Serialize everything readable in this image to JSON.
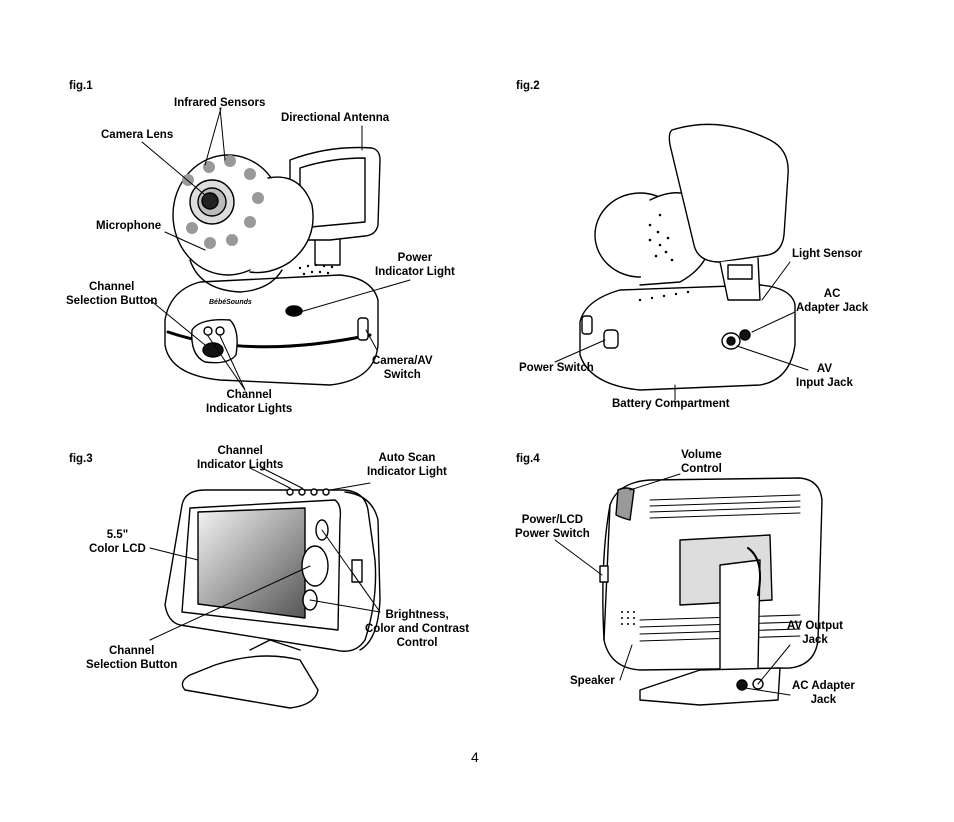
{
  "page_number": "4",
  "fig1": {
    "title": "fig.1",
    "labels": {
      "infrared_sensors": "Infrared Sensors",
      "directional_antenna": "Directional Antenna",
      "camera_lens": "Camera Lens",
      "microphone": "Microphone",
      "power_indicator_light": "Power\nIndicator Light",
      "channel_selection_button": "Channel\nSelection Button",
      "camera_av_switch": "Camera/AV\nSwitch",
      "channel_indicator_lights": "Channel\nIndicator Lights"
    },
    "brand": "BébéSounds"
  },
  "fig2": {
    "title": "fig.2",
    "labels": {
      "light_sensor": "Light Sensor",
      "ac_adapter_jack": "AC\nAdapter Jack",
      "power_switch": "Power Switch",
      "av_input_jack": "AV\nInput Jack",
      "battery_compartment": "Battery Compartment"
    }
  },
  "fig3": {
    "title": "fig.3",
    "labels": {
      "channel_indicator_lights": "Channel\nIndicator Lights",
      "auto_scan_indicator_light": "Auto Scan\nIndicator Light",
      "color_lcd": "5.5\"\nColor LCD",
      "brightness_color_contrast": "Brightness,\nColor and Contrast\nControl",
      "channel_selection_button": "Channel\nSelection Button"
    }
  },
  "fig4": {
    "title": "fig.4",
    "labels": {
      "volume_control": "Volume\nControl",
      "power_lcd_switch": "Power/LCD\nPower Switch",
      "av_output_jack": "AV Output\nJack",
      "speaker": "Speaker",
      "ac_adapter_jack": "AC Adapter\nJack"
    }
  }
}
